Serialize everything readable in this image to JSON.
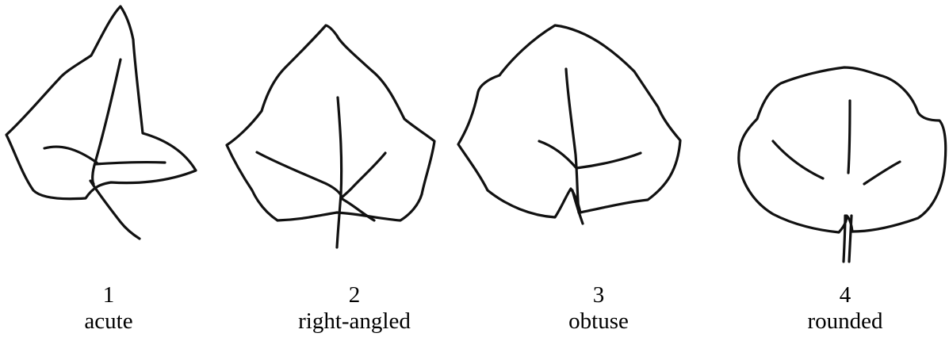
{
  "leaves": [
    {
      "number": "1",
      "label": "acute"
    },
    {
      "number": "2",
      "label": "right-angled"
    },
    {
      "number": "3",
      "label": "obtuse"
    },
    {
      "number": "4",
      "label": "rounded"
    }
  ]
}
